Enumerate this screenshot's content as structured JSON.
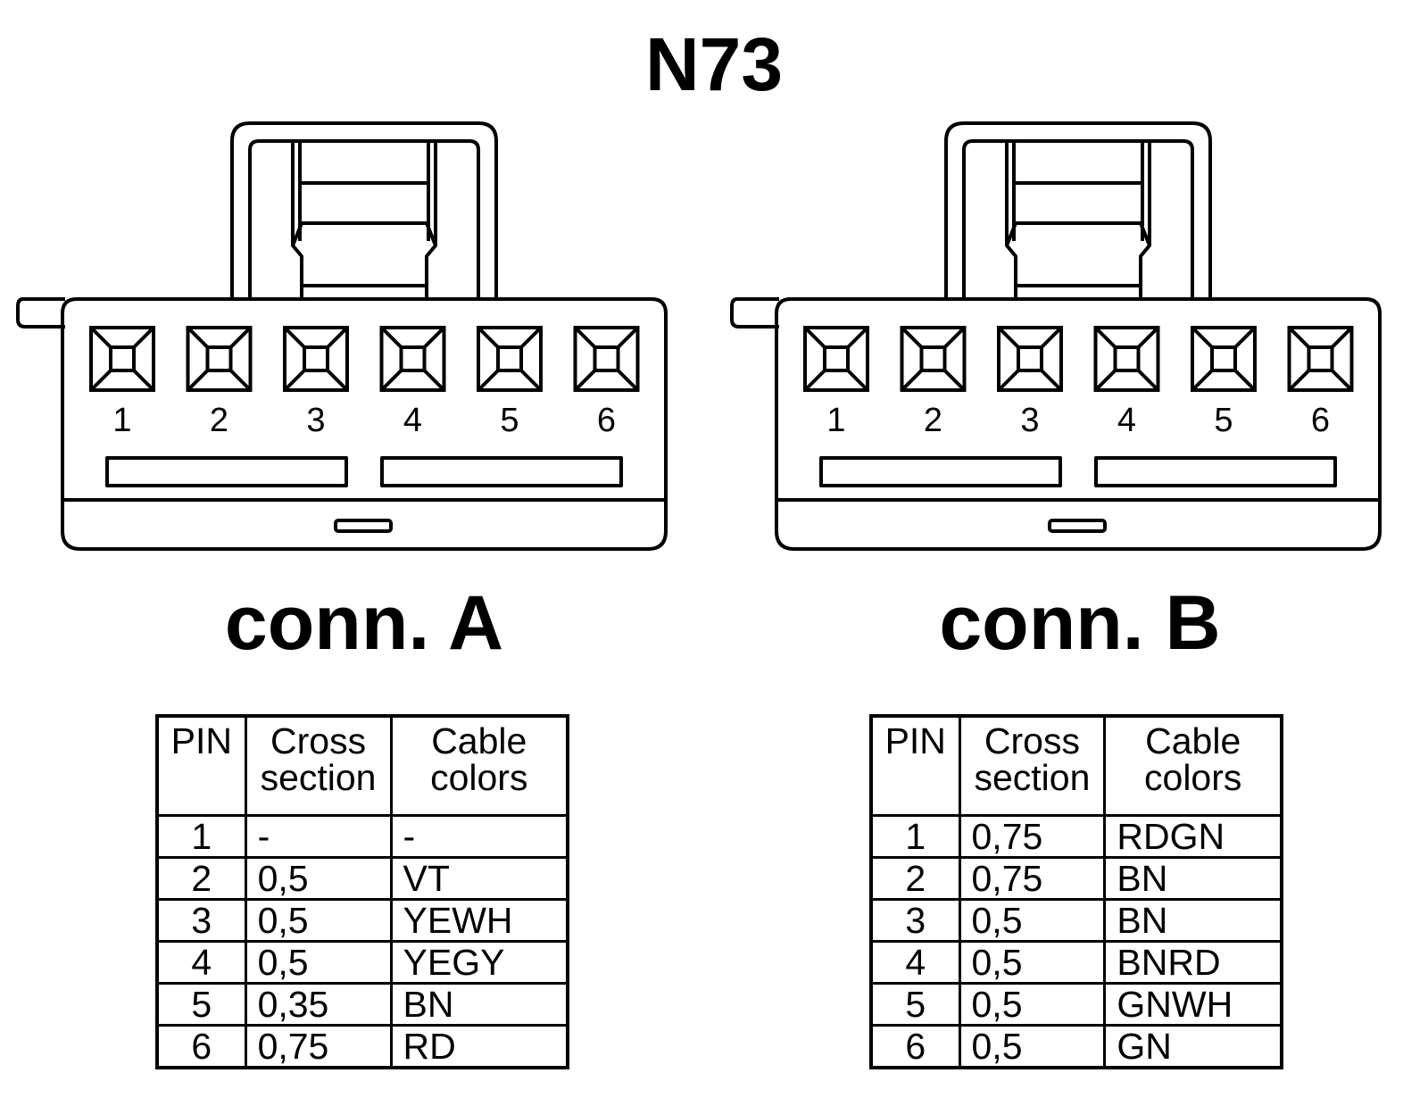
{
  "title": "N73",
  "connectors": [
    {
      "label": "conn. A",
      "pin_numbers": [
        "1",
        "2",
        "3",
        "4",
        "5",
        "6"
      ],
      "table": {
        "headers": {
          "pin": "PIN",
          "cross_line1": "Cross",
          "cross_line2": "section",
          "color_line1": "Cable",
          "color_line2": "colors"
        },
        "rows": [
          {
            "pin": "1",
            "cross": "-",
            "color": "-"
          },
          {
            "pin": "2",
            "cross": "0,5",
            "color": "VT"
          },
          {
            "pin": "3",
            "cross": "0,5",
            "color": "YEWH"
          },
          {
            "pin": "4",
            "cross": "0,5",
            "color": "YEGY"
          },
          {
            "pin": "5",
            "cross": "0,35",
            "color": "BN"
          },
          {
            "pin": "6",
            "cross": "0,75",
            "color": "RD"
          }
        ]
      }
    },
    {
      "label": "conn. B",
      "pin_numbers": [
        "1",
        "2",
        "3",
        "4",
        "5",
        "6"
      ],
      "table": {
        "headers": {
          "pin": "PIN",
          "cross_line1": "Cross",
          "cross_line2": "section",
          "color_line1": "Cable",
          "color_line2": "colors"
        },
        "rows": [
          {
            "pin": "1",
            "cross": "0,75",
            "color": "RDGN"
          },
          {
            "pin": "2",
            "cross": "0,75",
            "color": "BN"
          },
          {
            "pin": "3",
            "cross": "0,5",
            "color": "BN"
          },
          {
            "pin": "4",
            "cross": "0,5",
            "color": "BNRD"
          },
          {
            "pin": "5",
            "cross": "0,5",
            "color": "GNWH"
          },
          {
            "pin": "6",
            "cross": "0,5",
            "color": "GN"
          }
        ]
      }
    }
  ]
}
